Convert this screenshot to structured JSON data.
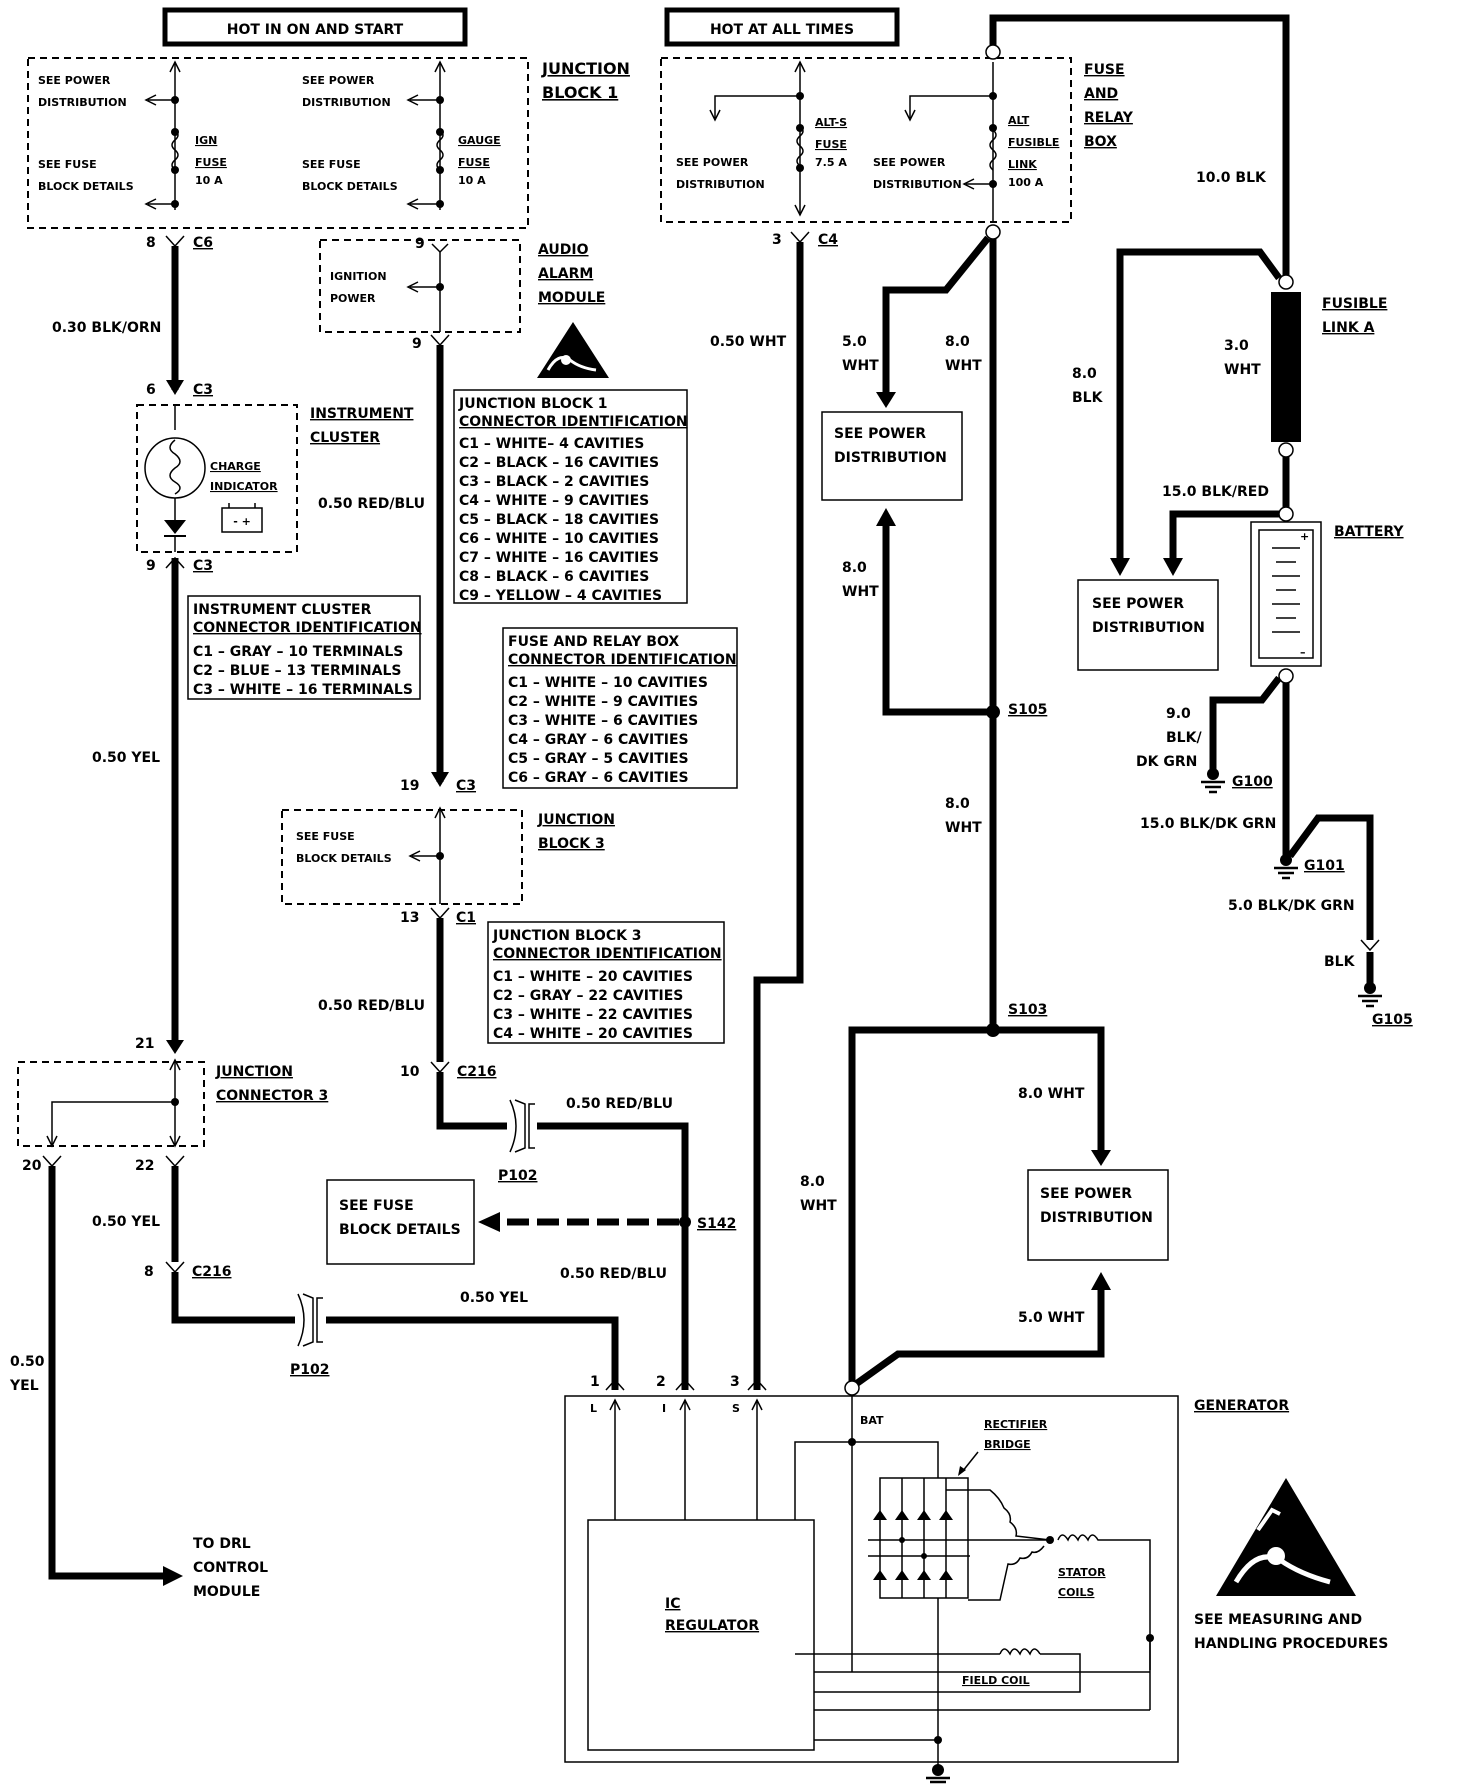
{
  "banners": {
    "hot_in_on_and_start": "HOT IN ON AND START",
    "hot_at_all_times": "HOT AT ALL TIMES"
  },
  "components": {
    "junction_block_1": [
      "JUNCTION",
      "BLOCK 1"
    ],
    "fuse_and_relay_box": [
      "FUSE",
      "AND",
      "RELAY",
      "BOX"
    ],
    "audio_alarm_module": [
      "AUDIO",
      "ALARM",
      "MODULE"
    ],
    "instrument_cluster": [
      "INSTRUMENT",
      "CLUSTER"
    ],
    "junction_block_3": [
      "JUNCTION",
      "BLOCK 3"
    ],
    "junction_connector_3": [
      "JUNCTION",
      "CONNECTOR 3"
    ],
    "generator": "GENERATOR",
    "battery": "BATTERY",
    "fusible_link_a": [
      "FUSIBLE",
      "LINK A"
    ],
    "charge_indicator": [
      "CHARGE",
      "INDICATOR"
    ],
    "ignition_power": [
      "IGNITION",
      "POWER"
    ],
    "ic_regulator": [
      "IC",
      "REGULATOR"
    ],
    "rectifier_bridge": [
      "RECTIFIER",
      "BRIDGE"
    ],
    "stator_coils": [
      "STATOR",
      "COILS"
    ],
    "field_coil": "FIELD COIL",
    "bat_terminal": "BAT",
    "to_drl": [
      "TO DRL",
      "CONTROL",
      "MODULE"
    ],
    "esd_note": [
      "SEE MEASURING AND",
      "HANDLING PROCEDURES"
    ],
    "battery_plus": "+",
    "battery_minus": "–",
    "indicator_symbol": "- +"
  },
  "fuses": {
    "ign": {
      "name": [
        "IGN",
        "FUSE"
      ],
      "rating": "10 A"
    },
    "gauge": {
      "name": [
        "GAUGE",
        "FUSE"
      ],
      "rating": "10 A"
    },
    "alts": {
      "name": [
        "ALT-S",
        "FUSE"
      ],
      "rating": "7.5 A"
    },
    "alt_link": {
      "name": [
        "ALT",
        "FUSIBLE",
        "LINK"
      ],
      "rating": "100 A"
    }
  },
  "refs": {
    "see_power_distribution": [
      "SEE  POWER",
      "DISTRIBUTION"
    ],
    "see_power_distribution_b": [
      "SEE POWER",
      "DISTRIBUTION"
    ],
    "see_fuse_block_details": [
      "SEE FUSE",
      "BLOCK DETAILS"
    ]
  },
  "wires": {
    "w1": "0.30 BLK/ORN",
    "w2": "0.50 RED/BLU",
    "w3": "0.50 YEL",
    "w4": "0.50 RED/BLU",
    "w5": "0.50 RED/BLU",
    "w6": "0.50 YEL",
    "w7": "0.50 RED/BLU",
    "w8": "0.50 YEL",
    "w9": [
      "0.50",
      "YEL"
    ],
    "w10": "0.50 WHT",
    "w11": [
      "5.0",
      "WHT"
    ],
    "w12": [
      "8.0",
      "WHT"
    ],
    "w13": [
      "8.0",
      "WHT"
    ],
    "w14": [
      "8.0",
      "WHT"
    ],
    "w15": "8.0 WHT",
    "w16": [
      "8.0",
      "WHT"
    ],
    "w17": "5.0 WHT",
    "w18": "10.0 BLK",
    "w19": [
      "3.0",
      "WHT"
    ],
    "w20": [
      "8.0",
      "BLK"
    ],
    "w21": "15.0 BLK/RED",
    "w22": [
      "9.0",
      "BLK/",
      "DK GRN"
    ],
    "w23": "15.0 BLK/DK GRN",
    "w24": "5.0 BLK/DK GRN",
    "w25": "BLK"
  },
  "connectors": {
    "c6": "C6",
    "c3a": "C3",
    "c3b": "C3",
    "c3c": "C3",
    "c1": "C1",
    "c4": "C4",
    "c216a": "C216",
    "c216b": "C216",
    "p102a": "P102",
    "p102b": "P102"
  },
  "pins": {
    "p8a": "8",
    "p9a": "9",
    "p9b": "9",
    "p6": "6",
    "p9c": "9",
    "p19": "19",
    "p13": "13",
    "p10": "10",
    "p21": "21",
    "p20": "20",
    "p22": "22",
    "p8b": "8",
    "p3a": "3",
    "p1": "1",
    "p2": "2",
    "p3b": "3",
    "l": "L",
    "i": "I",
    "s": "S"
  },
  "splices": {
    "s105": "S105",
    "s103": "S103",
    "s142": "S142"
  },
  "grounds": {
    "g100": "G100",
    "g101": "G101",
    "g105": "G105"
  },
  "tables": {
    "jb1": {
      "title": [
        "JUNCTION BLOCK 1",
        "CONNECTOR IDENTIFICATION"
      ],
      "rows": [
        "C1 – WHITE– 4 CAVITIES",
        "C2 – BLACK – 16 CAVITIES",
        "C3 – BLACK – 2 CAVITIES",
        "C4 – WHITE – 9 CAVITIES",
        "C5 – BLACK – 18 CAVITIES",
        "C6 – WHITE – 10 CAVITIES",
        "C7 – WHITE – 16 CAVITIES",
        "C8 – BLACK – 6 CAVITIES",
        "C9 – YELLOW – 4 CAVITIES"
      ]
    },
    "ic": {
      "title": [
        "INSTRUMENT CLUSTER",
        "CONNECTOR IDENTIFICATION"
      ],
      "rows": [
        "C1 – GRAY – 10 TERMINALS",
        "C2 – BLUE – 13 TERMINALS",
        "C3 – WHITE – 16 TERMINALS"
      ]
    },
    "frb": {
      "title": [
        "FUSE AND RELAY BOX",
        "CONNECTOR IDENTIFICATION"
      ],
      "rows": [
        "C1 – WHITE – 10 CAVITIES",
        "C2 – WHITE – 9 CAVITIES",
        "C3 – WHITE – 6 CAVITIES",
        "C4 – GRAY – 6 CAVITIES",
        "C5 – GRAY – 5 CAVITIES",
        "C6 – GRAY – 6 CAVITIES"
      ]
    },
    "jb3": {
      "title": [
        "JUNCTION BLOCK 3",
        "CONNECTOR IDENTIFICATION"
      ],
      "rows": [
        "C1 – WHITE – 20 CAVITIES",
        "C2 – GRAY – 22 CAVITIES",
        "C3 – WHITE – 22 CAVITIES",
        "C4 – WHITE – 20 CAVITIES"
      ]
    }
  }
}
